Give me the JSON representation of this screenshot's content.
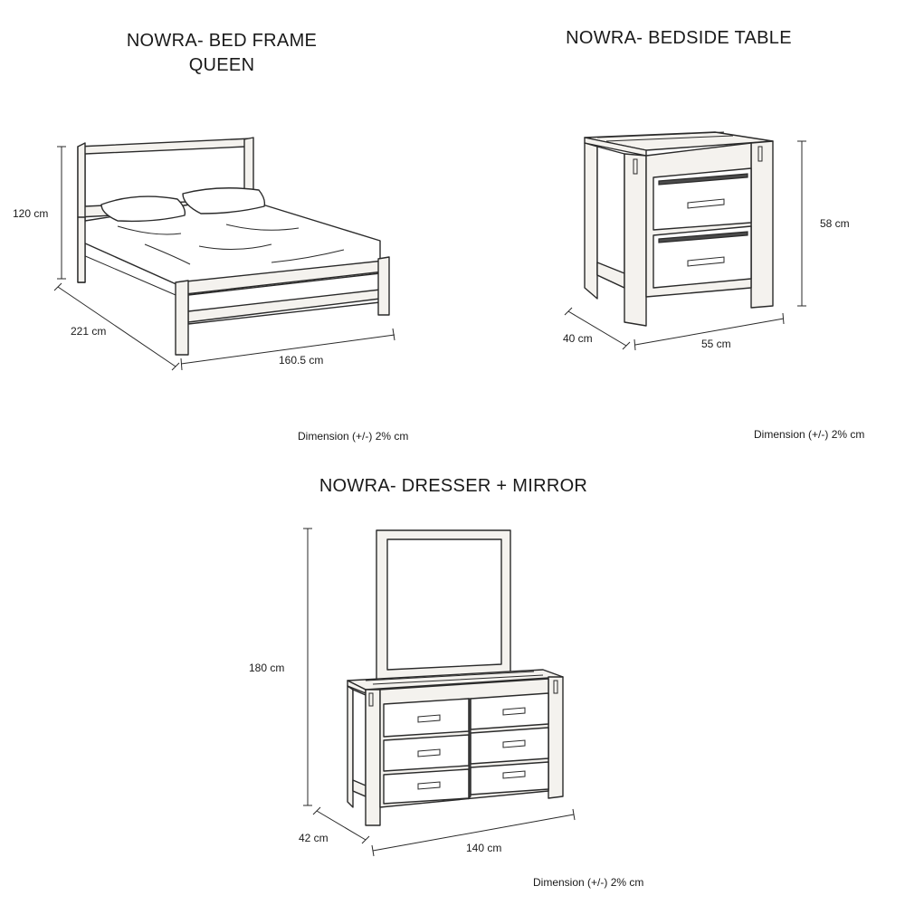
{
  "sections": {
    "bed": {
      "title_line1": "NOWRA- BED FRAME",
      "title_line2": "QUEEN",
      "dim_height": "120 cm",
      "dim_depth": "221 cm",
      "dim_width": "160.5 cm",
      "tolerance": "Dimension (+/-) 2% cm"
    },
    "bedside": {
      "title": "NOWRA- BEDSIDE TABLE",
      "dim_height": "58 cm",
      "dim_depth": "40 cm",
      "dim_width": "55 cm",
      "tolerance": "Dimension (+/-) 2% cm"
    },
    "dresser": {
      "title": "NOWRA- DRESSER + MIRROR",
      "dim_height": "180 cm",
      "dim_depth": "42 cm",
      "dim_width": "140 cm",
      "tolerance": "Dimension (+/-) 2% cm"
    }
  }
}
